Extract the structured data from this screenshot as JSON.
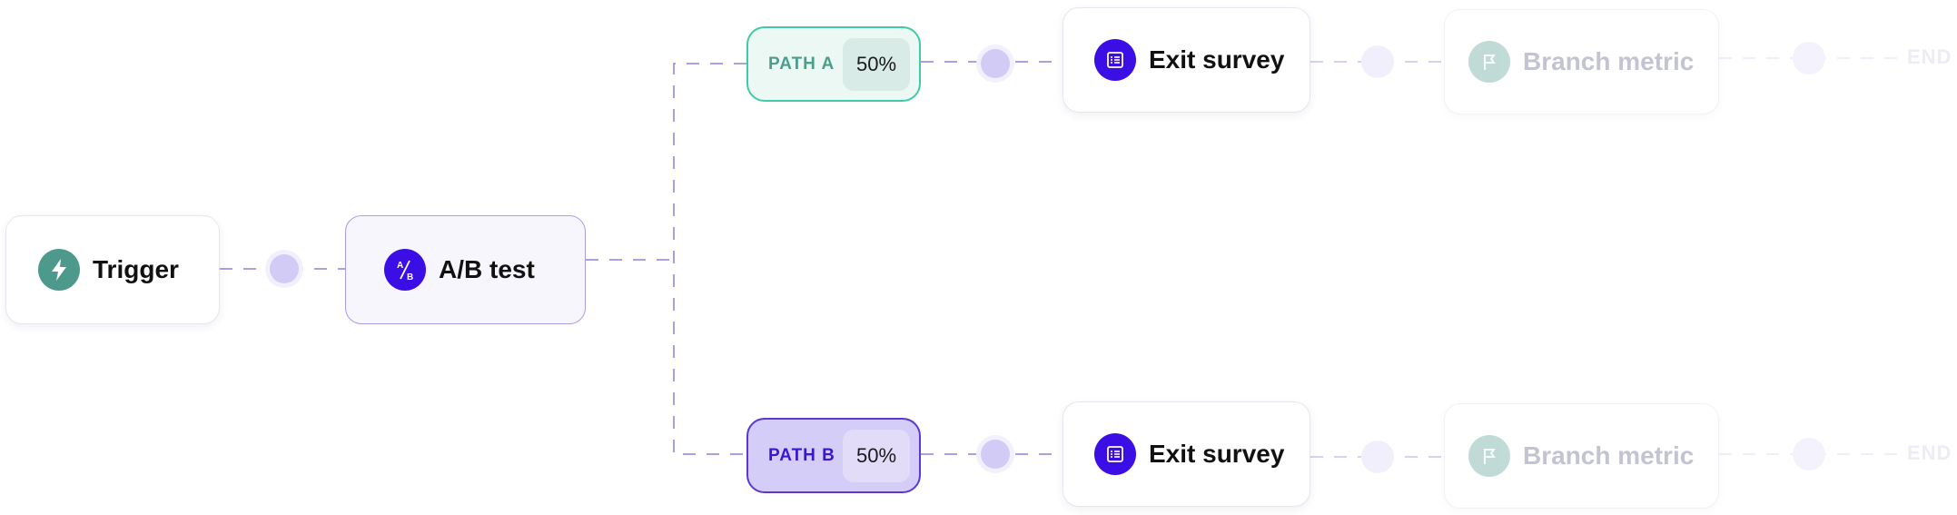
{
  "nodes": {
    "trigger": {
      "label": "Trigger",
      "icon": "lightning-icon"
    },
    "ab_test": {
      "label": "A/B test",
      "icon": "ab-split-icon",
      "icon_text_top": "A",
      "icon_text_bottom": "B"
    },
    "path_a": {
      "label": "PATH A",
      "percent": "50%"
    },
    "path_b": {
      "label": "PATH B",
      "percent": "50%"
    },
    "exit_survey_a": {
      "label": "Exit survey",
      "icon": "survey-list-icon"
    },
    "exit_survey_b": {
      "label": "Exit survey",
      "icon": "survey-list-icon"
    },
    "branch_metric_a": {
      "label": "Branch metric",
      "icon": "flag-icon"
    },
    "branch_metric_b": {
      "label": "Branch metric",
      "icon": "flag-icon"
    },
    "end_a": {
      "label": "END"
    },
    "end_b": {
      "label": "END"
    }
  },
  "colors": {
    "connector": "#9d94e3",
    "trigger_icon": "#4d9a8d",
    "primary": "#3b0ee6",
    "path_a_border": "#42c9a6",
    "path_b_border": "#5a37d6",
    "dot": "#d2cbf6",
    "dot_faded": "#f0eefb"
  }
}
